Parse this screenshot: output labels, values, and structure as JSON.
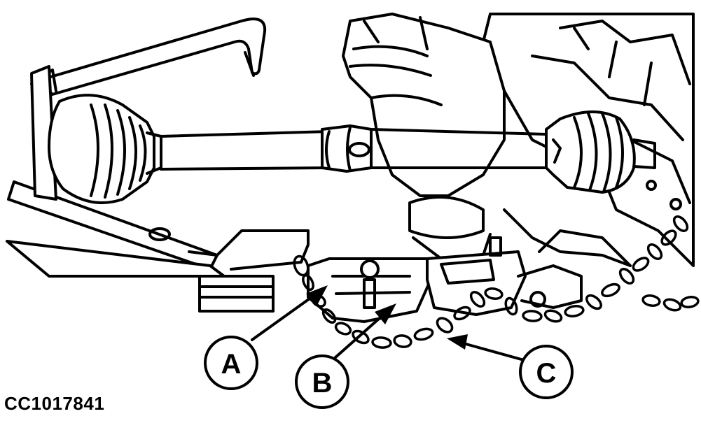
{
  "figure": {
    "id_label": "CC1017841",
    "callouts": [
      {
        "letter": "A"
      },
      {
        "letter": "B"
      },
      {
        "letter": "C"
      }
    ],
    "line_color": "#000000",
    "background": "#ffffff"
  }
}
